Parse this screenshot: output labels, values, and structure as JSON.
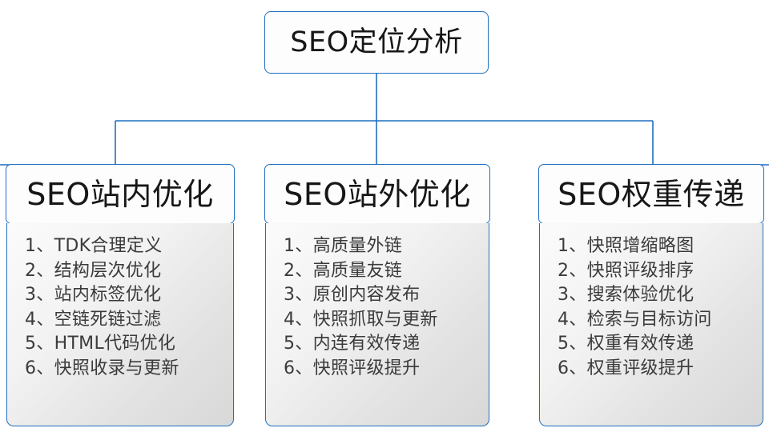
{
  "diagram": {
    "type": "tree",
    "accent_color": "#1f6fc0",
    "text_color": "#171717",
    "list_text_color": "#3b3b3b",
    "root": {
      "label": "SEO定位分析"
    },
    "branches": [
      {
        "label": "SEO站内优化",
        "items": [
          "1、TDK合理定义",
          "2、结构层次优化",
          "3、站内标签优化",
          "4、空链死链过滤",
          "5、HTML代码优化",
          "6、快照收录与更新"
        ]
      },
      {
        "label": "SEO站外优化",
        "items": [
          "1、高质量外链",
          "2、高质量友链",
          "3、原创内容发布",
          "4、快照抓取与更新",
          "5、内连有效传递",
          "6、快照评级提升"
        ]
      },
      {
        "label": "SEO权重传递",
        "items": [
          "1、快照增缩略图",
          "2、快照评级排序",
          "3、搜索体验优化",
          "4、检索与目标访问",
          "5、权重有效传递",
          "6、权重评级提升"
        ]
      }
    ]
  }
}
